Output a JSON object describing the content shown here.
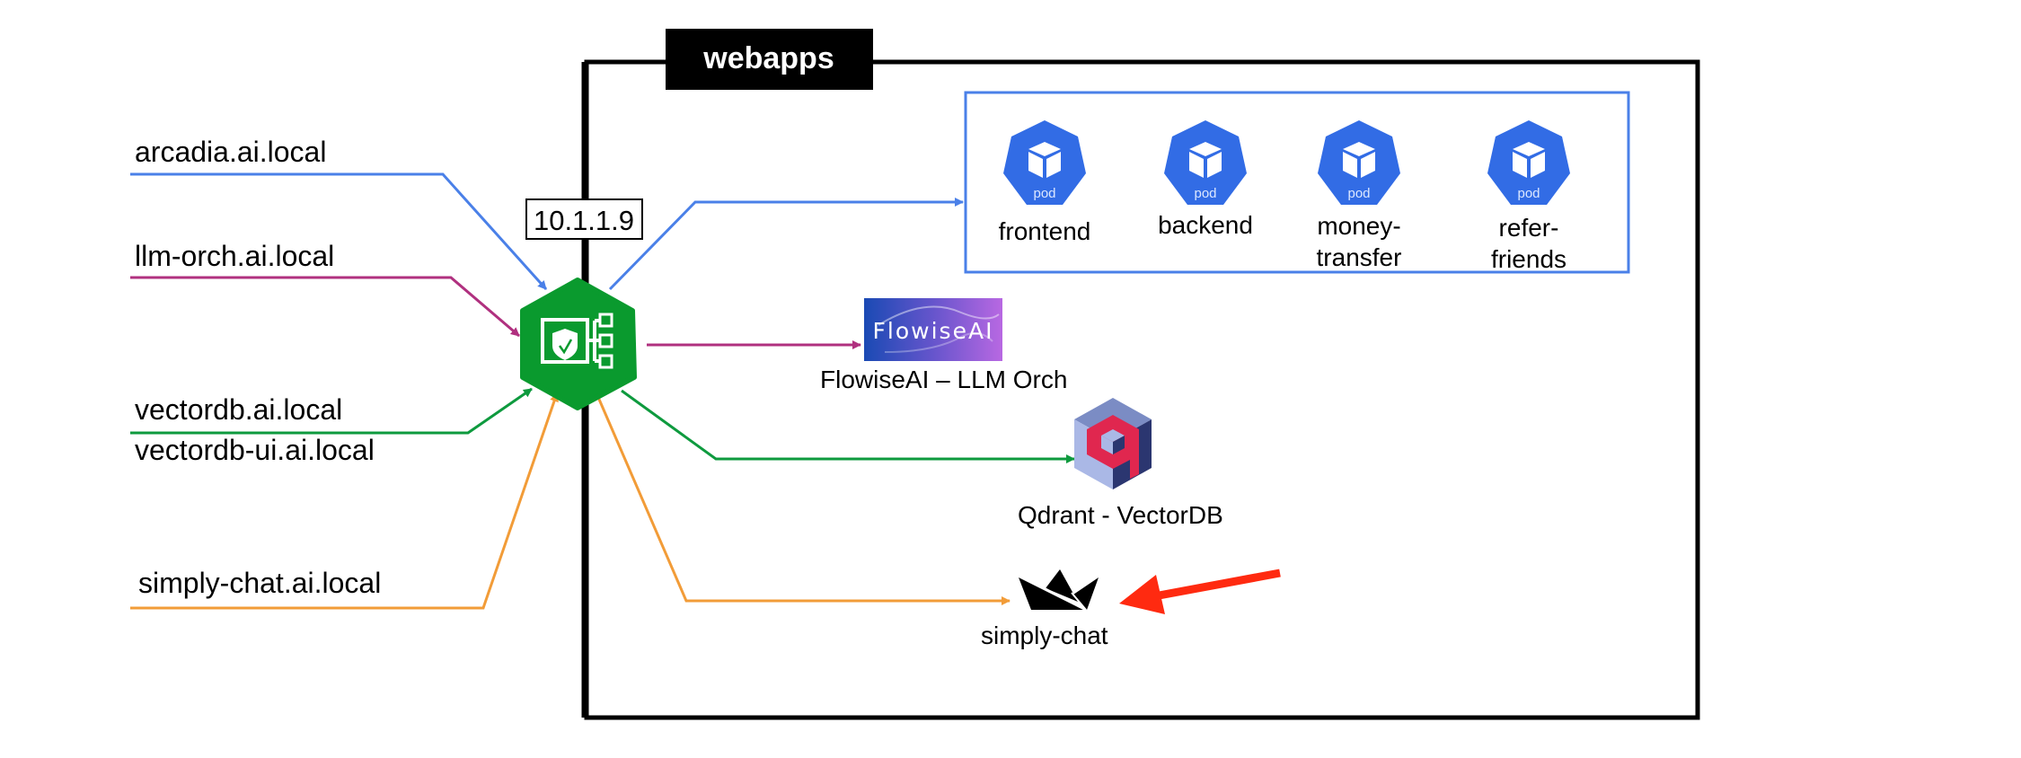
{
  "namespace": {
    "label": "webapps"
  },
  "gateway": {
    "ip": "10.1.1.9",
    "icon": "ingress-gateway-icon",
    "color": "#0a9a2e"
  },
  "hosts": [
    {
      "label": "arcadia.ai.local",
      "color": "#4a80e8"
    },
    {
      "label": "llm-orch.ai.local",
      "color": "#b0307f"
    },
    {
      "label": "vectordb.ai.local",
      "color": "#0e9a3e"
    },
    {
      "label": "vectordb-ui.ai.local",
      "color": "#0e9a3e"
    },
    {
      "label": "simply-chat.ai.local",
      "color": "#f29c38"
    }
  ],
  "pods": {
    "border_color": "#4a80e8",
    "icon_color": "#326ce5",
    "icon_text": "pod",
    "items": [
      {
        "line1": "frontend",
        "line2": ""
      },
      {
        "line1": "backend",
        "line2": ""
      },
      {
        "line1": "money-",
        "line2": "transfer"
      },
      {
        "line1": "refer-",
        "line2": "friends"
      }
    ]
  },
  "services": {
    "flowise": {
      "logo_text": "FlowiseAI",
      "label": "FlowiseAI – LLM Orch"
    },
    "qdrant": {
      "label": "Qdrant - VectorDB"
    },
    "simply_chat": {
      "label": "simply-chat"
    }
  },
  "highlight_arrow": {
    "color": "#ff2a10",
    "target": "simply-chat"
  }
}
